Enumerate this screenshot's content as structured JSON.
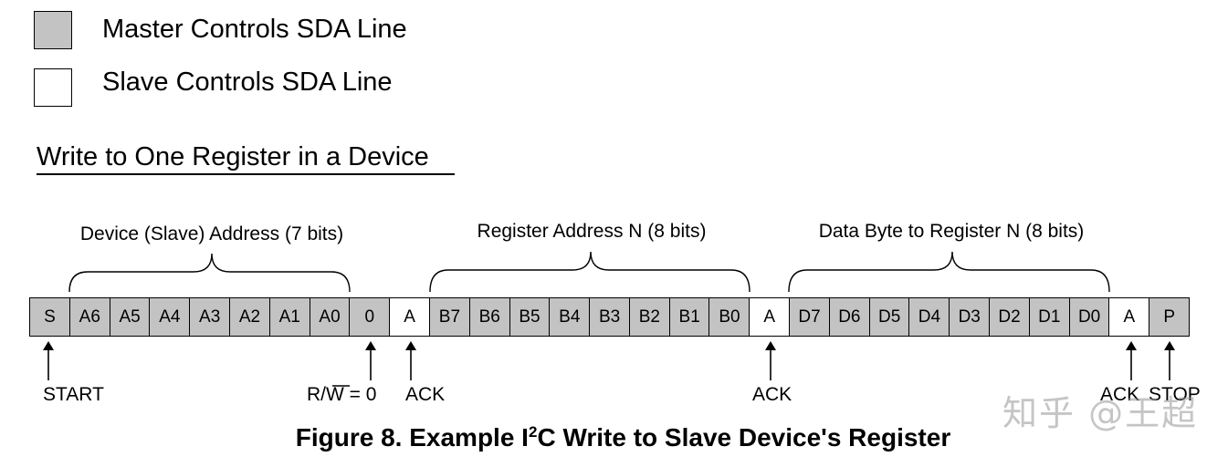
{
  "legend": {
    "master": {
      "label": "Master Controls SDA Line",
      "fill": "#c3c3c3"
    },
    "slave": {
      "label": "Slave Controls SDA Line",
      "fill": "#ffffff"
    }
  },
  "title": "Write to One Register in a Device",
  "groups": {
    "device_address": "Device (Slave) Address (7 bits)",
    "register_address": "Register Address N (8 bits)",
    "data_byte": "Data Byte to Register N (8 bits)"
  },
  "sequence": [
    {
      "label": "S",
      "controller": "master"
    },
    {
      "label": "A6",
      "controller": "master"
    },
    {
      "label": "A5",
      "controller": "master"
    },
    {
      "label": "A4",
      "controller": "master"
    },
    {
      "label": "A3",
      "controller": "master"
    },
    {
      "label": "A2",
      "controller": "master"
    },
    {
      "label": "A1",
      "controller": "master"
    },
    {
      "label": "A0",
      "controller": "master"
    },
    {
      "label": "0",
      "controller": "master"
    },
    {
      "label": "A",
      "controller": "slave"
    },
    {
      "label": "B7",
      "controller": "master"
    },
    {
      "label": "B6",
      "controller": "master"
    },
    {
      "label": "B5",
      "controller": "master"
    },
    {
      "label": "B4",
      "controller": "master"
    },
    {
      "label": "B3",
      "controller": "master"
    },
    {
      "label": "B2",
      "controller": "master"
    },
    {
      "label": "B1",
      "controller": "master"
    },
    {
      "label": "B0",
      "controller": "master"
    },
    {
      "label": "A",
      "controller": "slave"
    },
    {
      "label": "D7",
      "controller": "master"
    },
    {
      "label": "D6",
      "controller": "master"
    },
    {
      "label": "D5",
      "controller": "master"
    },
    {
      "label": "D4",
      "controller": "master"
    },
    {
      "label": "D3",
      "controller": "master"
    },
    {
      "label": "D2",
      "controller": "master"
    },
    {
      "label": "D1",
      "controller": "master"
    },
    {
      "label": "D0",
      "controller": "master"
    },
    {
      "label": "A",
      "controller": "slave"
    },
    {
      "label": "P",
      "controller": "master"
    }
  ],
  "markers": {
    "start": "START",
    "rw": "R/W = 0",
    "ack1": "ACK",
    "ack2": "ACK",
    "ack3": "ACK",
    "stop": "STOP"
  },
  "caption": {
    "prefix": "Figure 8. Example I",
    "superscript": "2",
    "suffix": "C Write to Slave Device's Register"
  },
  "watermark": "知乎 @王超"
}
